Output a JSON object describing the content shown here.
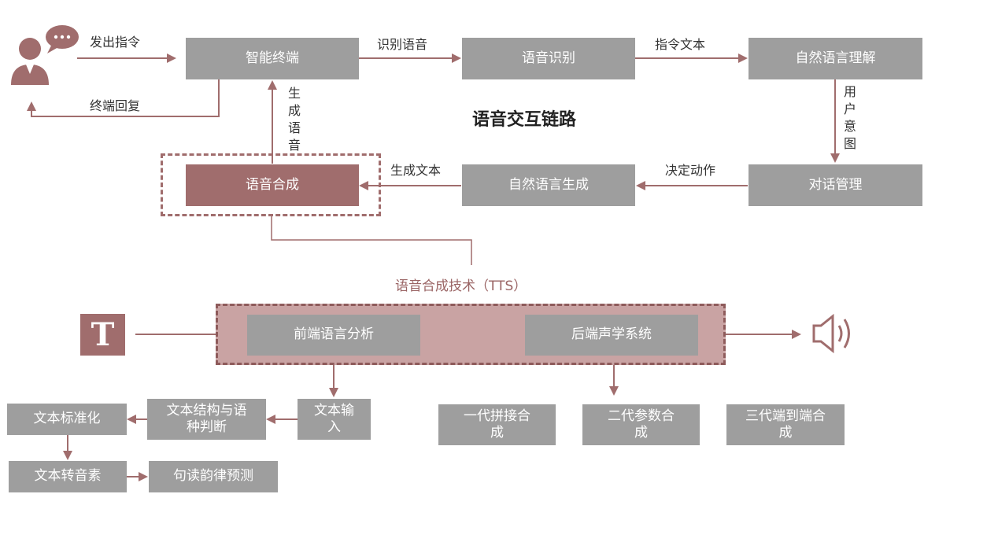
{
  "top": {
    "title": "语音交互链路",
    "labels": {
      "send_command": "发出指令",
      "terminal_reply": "终端回复",
      "recognize_speech": "识别语音",
      "command_text": "指令文本",
      "user_intent": "用户意图",
      "decide_action": "决定动作",
      "generate_text": "生成文本",
      "generate_speech": "生成语音"
    },
    "boxes": {
      "smart_terminal": "智能终端",
      "asr": "语音识别",
      "nlu": "自然语言理解",
      "dialog_mgmt": "对话管理",
      "nlg": "自然语言生成",
      "tts": "语音合成"
    }
  },
  "bottom": {
    "title": "语音合成技术（TTS）",
    "text_icon": "T",
    "frontend": "前端语言分析",
    "backend": "后端声学系统",
    "text_input": "文本输入",
    "structure": "文本结构与语种判断",
    "normalize": "文本标准化",
    "g2p": "文本转音素",
    "prosody": "句读韵律预测",
    "gen1": "一代拼接合成",
    "gen2": "二代参数合成",
    "gen3": "三代端到端合成"
  },
  "colors": {
    "box_gray": "#9e9e9e",
    "accent": "#a06d6d",
    "arrow": "#a06d6d",
    "band": "#c9a3a3"
  }
}
